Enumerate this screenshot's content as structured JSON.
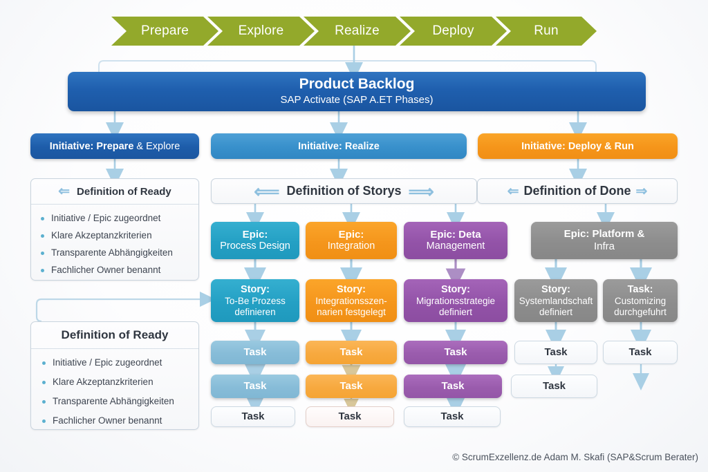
{
  "phases": [
    {
      "label": "Prepare"
    },
    {
      "label": "Explore"
    },
    {
      "label": "Realize"
    },
    {
      "label": "Deploy"
    },
    {
      "label": "Run"
    }
  ],
  "backlog": {
    "title": "Product Backlog",
    "subtitle": "SAP Activate (SAP A.ET Phases)"
  },
  "initiatives": [
    {
      "prefix": "Initiative: ",
      "bold": "Prepare",
      "rest": " & Explore",
      "color": "#1d5ca9"
    },
    {
      "prefix": "Initiative: ",
      "bold": "Realize",
      "rest": "",
      "color": "#3890cb"
    },
    {
      "prefix": "Initiative: ",
      "bold": "Deploy & Run",
      "rest": "",
      "color": "#f5951a"
    }
  ],
  "definitions": {
    "ready_top": "Definition of Ready",
    "storys": "Definition of Storys",
    "done": "Definition of Done",
    "ready_bottom": "Definition of Ready"
  },
  "dor_items_top": [
    "Initiative / Epic zugeordnet",
    "Klare Akzeptanzkriterien",
    "Transparente Abhängigkeiten",
    "Fachlicher Owner benannt"
  ],
  "dor_items_bottom": [
    "Initiative / Epic zugeordnet",
    "Klare Akzeptanzkriterien",
    "Transparente Abhängigkeiten",
    "Fachlicher Owner benannt"
  ],
  "epics": [
    {
      "head": "Epic:",
      "sub": "Process Design",
      "color": "#24a0c4"
    },
    {
      "head": "Epic:",
      "sub": "Integration",
      "color": "#f5961c"
    },
    {
      "head": "Epic: Deta",
      "sub": "Management",
      "color": "#9353a8"
    },
    {
      "head": "Epic: Platform &",
      "sub": "Infra",
      "color": "#8d8d8d"
    }
  ],
  "stories": [
    {
      "head": "Story:",
      "sub": "To-Be Prozess definieren",
      "color": "#24a0c4"
    },
    {
      "head": "Story:",
      "sub": "Integrationsszen- narien festgelegt",
      "color": "#f5961c"
    },
    {
      "head": "Story:",
      "sub": "Migrationsstrategie definiert",
      "color": "#9353a8"
    },
    {
      "head": "Story:",
      "sub": "Systemlandschaft definiert",
      "color": "#8d8d8d"
    },
    {
      "head": "Task:",
      "sub": "Customizing durchgefuhrt",
      "color": "#8d8d8d"
    }
  ],
  "story_sub_lines": {
    "s0": [
      "To-Be Prozess",
      "definieren"
    ],
    "s1": [
      "Integrationsszen-",
      "narien festgelegt"
    ],
    "s2": [
      "Migrationsstrategie",
      "definiert"
    ],
    "s3": [
      "Systemlandschaft",
      "definiert"
    ],
    "s4": [
      "Customizing",
      "durchgefuhrt"
    ]
  },
  "task_label": "Task",
  "tasks": {
    "col1": [
      "Task",
      "Task",
      "Task"
    ],
    "col2": [
      "Task",
      "Task",
      "Task"
    ],
    "col3": [
      "Task",
      "Task",
      "Task"
    ],
    "col4": [
      "Task",
      "Task"
    ],
    "col5": [
      "Task"
    ]
  },
  "arrows": {
    "left": "⟸",
    "right": "⟹",
    "left_small": "⇐",
    "right_small": "⇒"
  },
  "footer": "© ScrumExzellenz.de Adam M. Skafi (SAP&Scrum Berater)",
  "colors": {
    "phase_green": "#93a92b",
    "backlog_blue": "#1f5fae",
    "init_dark_blue": "#1d5ca9",
    "init_mid_blue": "#3890cb",
    "init_orange": "#f5951a",
    "teal": "#24a0c4",
    "orange": "#f5961c",
    "purple": "#9353a8",
    "gray": "#8d8d8d",
    "light_blue": "#87bcd8",
    "light_orange": "#f7a93f",
    "connector": "#9dc6e0",
    "bullet": "#5bb0cf"
  }
}
